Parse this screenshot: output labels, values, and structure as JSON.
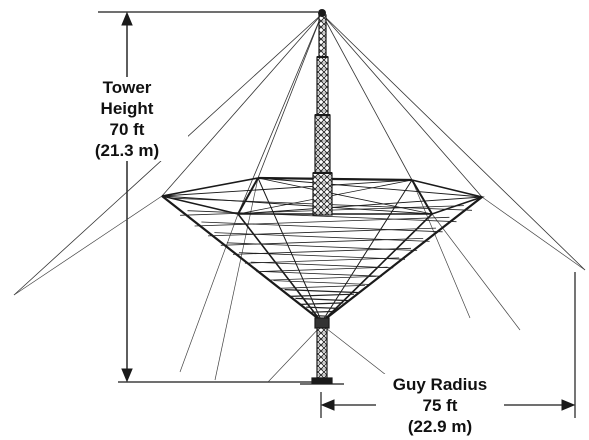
{
  "tower_height": {
    "line1": "Tower",
    "line2": "Height",
    "line3": "70 ft",
    "line4": "(21.3 m)"
  },
  "guy_radius": {
    "line1": "Guy Radius",
    "line2": "75 ft",
    "line3": "(22.9 m)"
  },
  "colors": {
    "ink": "#1a1a1a",
    "background": "#ffffff"
  }
}
